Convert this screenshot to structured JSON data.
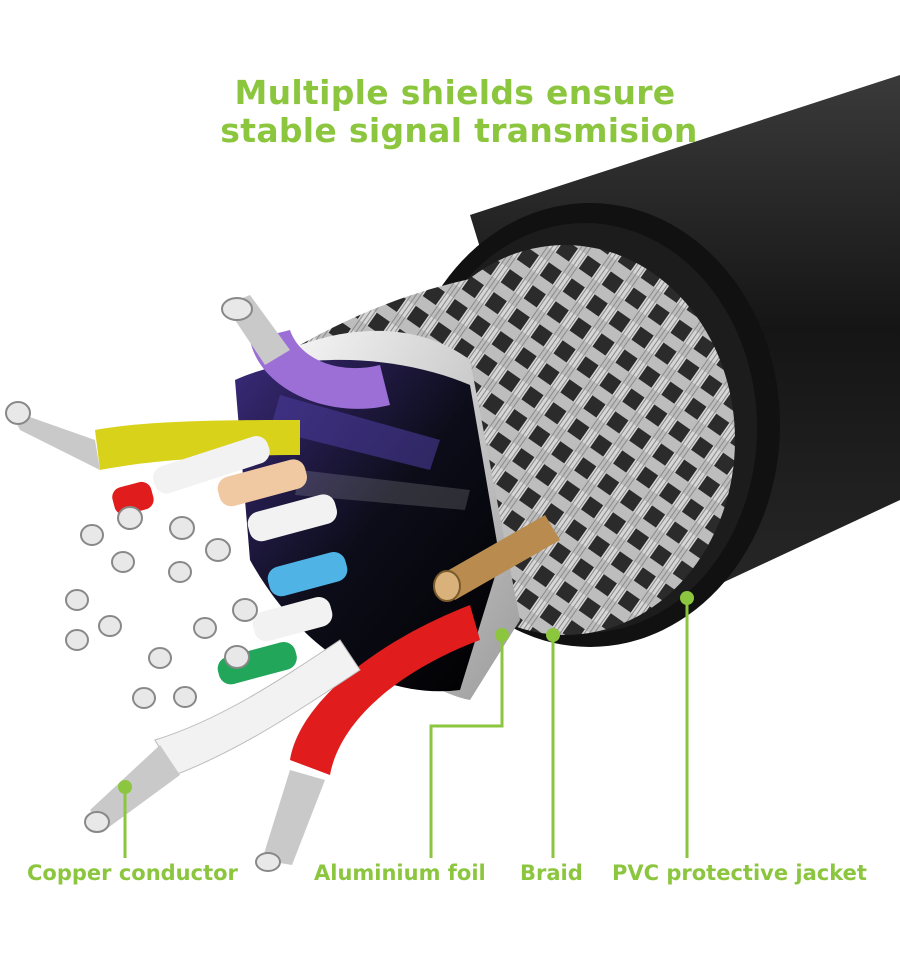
{
  "headline": {
    "line1": "Multiple shields ensure",
    "line2": "stable signal transmision"
  },
  "callouts": [
    {
      "label": "Copper conductor"
    },
    {
      "label": "Aluminium foil"
    },
    {
      "label": "Braid"
    },
    {
      "label": "PVC protective jacket"
    }
  ],
  "colors": {
    "accent": "#8cc63f",
    "jacket": "#1e1e1e",
    "braid": "#c8c8c8",
    "foil": "#d9d9d9",
    "copper": "#b98b4e",
    "wire_red": "#e01c1c",
    "wire_yellow": "#d9d21a",
    "wire_purple": "#9b6fd6",
    "wire_blue": "#4fb3e6",
    "wire_green": "#22a65a",
    "wire_peach": "#f0c9a3",
    "wire_white": "#f2f2f2"
  }
}
